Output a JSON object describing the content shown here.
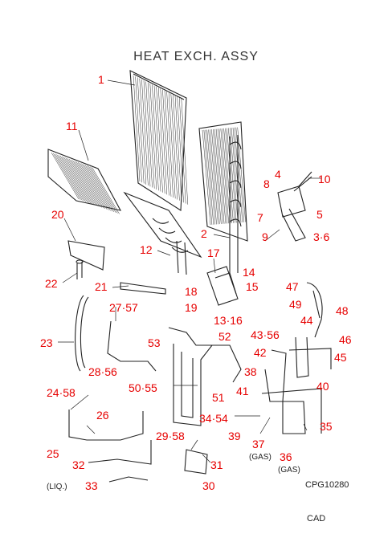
{
  "diagram": {
    "title": "HEAT EXCH. ASSY",
    "drawing_code": "CPG10280",
    "footer_note": "CAD",
    "colors": {
      "callout": "#e60000",
      "line": "#222222"
    },
    "callouts": [
      "1",
      "11",
      "20",
      "22",
      "21",
      "12",
      "2",
      "4",
      "8",
      "10",
      "7",
      "5",
      "9",
      "3·6",
      "17",
      "14",
      "18",
      "15",
      "19",
      "13·16",
      "47",
      "49",
      "48",
      "27·57",
      "44",
      "43·56",
      "46",
      "45",
      "23",
      "53",
      "52",
      "42",
      "28·56",
      "38",
      "41",
      "40",
      "50·55",
      "51",
      "24·58",
      "34·54",
      "39",
      "35",
      "26",
      "37",
      "36",
      "25",
      "29·58",
      "31",
      "32",
      "33",
      "30"
    ],
    "notes": {
      "gas1": "(GAS)",
      "gas2": "(GAS)",
      "liq": "(LIQ.)"
    }
  }
}
